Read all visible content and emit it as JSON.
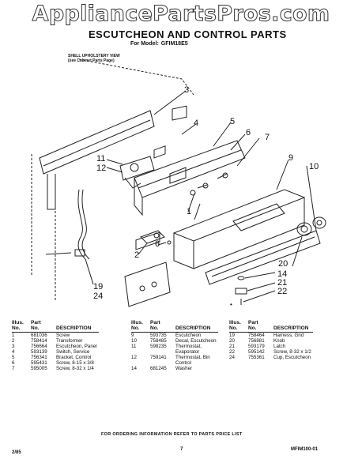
{
  "watermark": "AppliancePartsPros.com",
  "header": {
    "title": "ESCUTCHEON AND CONTROL PARTS",
    "model_label": "For Model:",
    "model": "GFIM18E5"
  },
  "diagram": {
    "note_line1": "SHELL UPHOLSTERY VIEW",
    "note_line2": "(see Cabinet Parts Page)",
    "callouts": [
      "3",
      "4",
      "5",
      "6",
      "7",
      "9",
      "10",
      "11",
      "12",
      "1",
      "2",
      "6",
      "20",
      "14",
      "21",
      "22",
      "19",
      "24"
    ]
  },
  "table": {
    "headers": {
      "illus": "Illus.",
      "no": "No.",
      "part": "Part",
      "pno": "No.",
      "desc": "DESCRIPTION"
    },
    "col1": [
      {
        "illus": "1",
        "part": "681036",
        "desc": "Screw"
      },
      {
        "illus": "2",
        "part": "758414",
        "desc": "Transformer"
      },
      {
        "illus": "3",
        "part": "756664",
        "desc": "Escutcheon, Panel"
      },
      {
        "illus": "4",
        "part": "593139",
        "desc": "Switch, Service"
      },
      {
        "illus": "5",
        "part": "756341",
        "desc": "Bracket, Control"
      },
      {
        "illus": "6",
        "part": "595431",
        "desc": "Screw, 8-15 x 3/8"
      },
      {
        "illus": "7",
        "part": "595005",
        "desc": "Screw, 8-32 x 1/4"
      }
    ],
    "col2": [
      {
        "illus": "9",
        "part": "593735",
        "desc": "Escutcheon"
      },
      {
        "illus": "10",
        "part": "758485",
        "desc": "Decal, Escutcheon"
      },
      {
        "illus": "11",
        "part": "598235",
        "desc": "Thermostat,"
      },
      {
        "illus": "",
        "part": "",
        "desc": "Evaporator"
      },
      {
        "illus": "12",
        "part": "759141",
        "desc": "Thermostat, Bin"
      },
      {
        "illus": "",
        "part": "",
        "desc": "Control"
      },
      {
        "illus": "14",
        "part": "681245",
        "desc": "Washer"
      }
    ],
    "col3": [
      {
        "illus": "19",
        "part": "758464",
        "desc": "Harness, Grid"
      },
      {
        "illus": "20",
        "part": "756881",
        "desc": "Knob"
      },
      {
        "illus": "21",
        "part": "593179",
        "desc": "Latch"
      },
      {
        "illus": "22",
        "part": "595142",
        "desc": "Screw, 8-32 x 1/2"
      },
      {
        "illus": "24",
        "part": "755361",
        "desc": "Cup, Escutcheon"
      }
    ]
  },
  "footer": {
    "ordering": "FOR ORDERING INFORMATION REFER TO PARTS PRICE LIST",
    "date": "2/85",
    "page": "7",
    "doc_no": "MFIM100-01"
  }
}
